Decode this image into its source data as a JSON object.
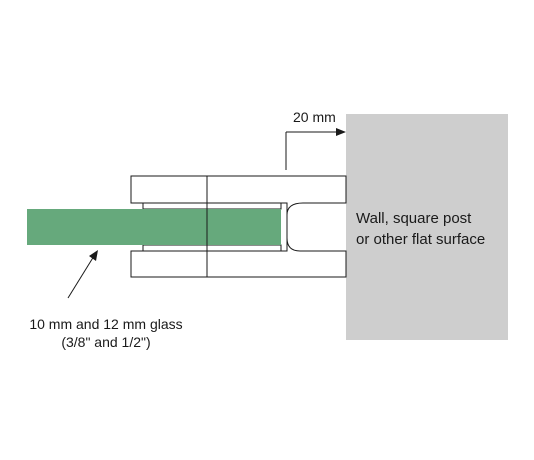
{
  "colors": {
    "wall": "#cecece",
    "glass": "#66a97c",
    "stroke": "#1a1a1a",
    "background": "#ffffff"
  },
  "labels": {
    "dimension": "20 mm",
    "wall_line1": "Wall, square post",
    "wall_line2": "or other flat surface",
    "glass_line1": "10 mm and 12 mm glass",
    "glass_line2": "(3/8\" and 1/2\")"
  }
}
